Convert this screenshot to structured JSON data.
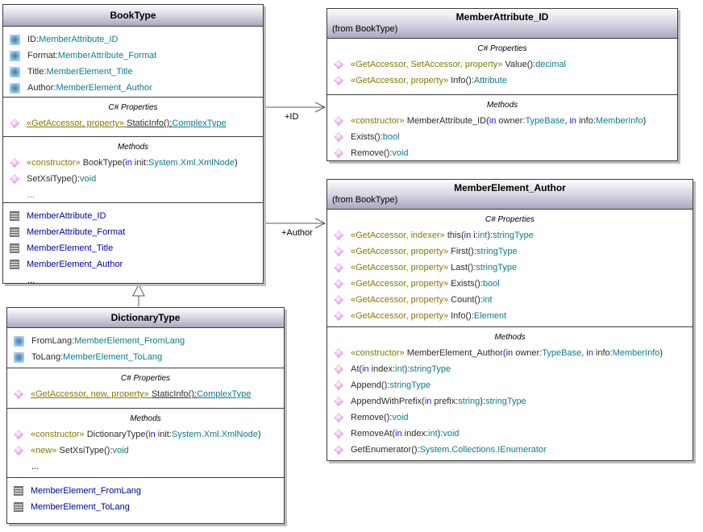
{
  "labels": {
    "properties": "C# Properties",
    "methods": "Methods"
  },
  "connectors": {
    "id_label": "+ID",
    "author_label": "+Author"
  },
  "colors": {
    "type_text": "#0b7c8a",
    "member_text": "#000099",
    "stereotype_text": "#7f7c00",
    "keyword_text": "#1414ff",
    "header_gradient_bottom": "#a9a7bf",
    "box_border": "#3c3c3c"
  },
  "classes": {
    "bookType": {
      "title": "BookType",
      "attributes": [
        {
          "icon": "attr",
          "seg": [
            [
              "p",
              "ID:"
            ],
            [
              "ty",
              "MemberAttribute_ID"
            ]
          ]
        },
        {
          "icon": "attr",
          "seg": [
            [
              "p",
              "Format:"
            ],
            [
              "ty",
              "MemberAttribute_Format"
            ]
          ]
        },
        {
          "icon": "attr",
          "seg": [
            [
              "p",
              "Title:"
            ],
            [
              "ty",
              "MemberElement_Title"
            ]
          ]
        },
        {
          "icon": "attr",
          "seg": [
            [
              "p",
              "Author:"
            ],
            [
              "ty",
              "MemberElement_Author"
            ]
          ]
        }
      ],
      "properties": [
        {
          "icon": "prop",
          "u": true,
          "seg": [
            [
              "st",
              "«GetAccessor, property» "
            ],
            [
              "p",
              "StaticInfo():"
            ],
            [
              "ty",
              "ComplexType"
            ]
          ]
        }
      ],
      "methods": [
        {
          "icon": "prop",
          "seg": [
            [
              "st",
              "«constructor» "
            ],
            [
              "p",
              "BookType("
            ],
            [
              "kw",
              "in"
            ],
            [
              "p",
              " init:"
            ],
            [
              "ty",
              "System.Xml.XmlNode"
            ],
            [
              "p",
              ")"
            ]
          ]
        },
        {
          "icon": "prop",
          "seg": [
            [
              "p",
              "SetXsiType():"
            ],
            [
              "ty",
              "void"
            ]
          ]
        },
        {
          "icon": "none",
          "seg": [
            [
              "gr",
              "..."
            ]
          ]
        }
      ],
      "members": [
        {
          "icon": "member",
          "seg": [
            [
              "nv",
              "MemberAttribute_ID"
            ]
          ]
        },
        {
          "icon": "member",
          "seg": [
            [
              "nv",
              "MemberAttribute_Format"
            ]
          ]
        },
        {
          "icon": "member",
          "seg": [
            [
              "nv",
              "MemberElement_Title"
            ]
          ]
        },
        {
          "icon": "member",
          "seg": [
            [
              "nv",
              "MemberElement_Author"
            ]
          ]
        },
        {
          "icon": "none",
          "seg": [
            [
              "nv",
              "..."
            ]
          ]
        }
      ]
    },
    "memberAttributeId": {
      "title": "MemberAttribute_ID",
      "from": "(from BookType)",
      "properties": [
        {
          "icon": "prop",
          "seg": [
            [
              "st",
              "«GetAccessor, SetAccessor, property» "
            ],
            [
              "p",
              "Value():"
            ],
            [
              "ty",
              "decimal"
            ]
          ]
        },
        {
          "icon": "prop",
          "seg": [
            [
              "st",
              "«GetAccessor, property» "
            ],
            [
              "p",
              "Info():"
            ],
            [
              "ty",
              "Attribute"
            ]
          ]
        }
      ],
      "methods": [
        {
          "icon": "prop",
          "seg": [
            [
              "st",
              "«constructor» "
            ],
            [
              "p",
              "MemberAttribute_ID("
            ],
            [
              "kw",
              "in"
            ],
            [
              "p",
              " owner:"
            ],
            [
              "ty",
              "TypeBase"
            ],
            [
              "p",
              ", "
            ],
            [
              "kw",
              "in"
            ],
            [
              "p",
              " info:"
            ],
            [
              "ty",
              "MemberInfo"
            ],
            [
              "p",
              ")"
            ]
          ]
        },
        {
          "icon": "prop",
          "seg": [
            [
              "p",
              "Exists():"
            ],
            [
              "ty",
              "bool"
            ]
          ]
        },
        {
          "icon": "prop",
          "seg": [
            [
              "p",
              "Remove():"
            ],
            [
              "ty",
              "void"
            ]
          ]
        }
      ]
    },
    "memberElementAuthor": {
      "title": "MemberElement_Author",
      "from": "(from BookType)",
      "properties": [
        {
          "icon": "prop",
          "seg": [
            [
              "st",
              "«GetAccessor, indexer» "
            ],
            [
              "p",
              "this("
            ],
            [
              "kw",
              "in"
            ],
            [
              "p",
              " i:"
            ],
            [
              "ty",
              "int"
            ],
            [
              "p",
              "):"
            ],
            [
              "ty",
              "stringType"
            ]
          ]
        },
        {
          "icon": "prop",
          "seg": [
            [
              "st",
              "«GetAccessor, property» "
            ],
            [
              "p",
              "First():"
            ],
            [
              "ty",
              "stringType"
            ]
          ]
        },
        {
          "icon": "prop",
          "seg": [
            [
              "st",
              "«GetAccessor, property» "
            ],
            [
              "p",
              "Last():"
            ],
            [
              "ty",
              "stringType"
            ]
          ]
        },
        {
          "icon": "prop",
          "seg": [
            [
              "st",
              "«GetAccessor, property» "
            ],
            [
              "p",
              "Exists():"
            ],
            [
              "ty",
              "bool"
            ]
          ]
        },
        {
          "icon": "prop",
          "seg": [
            [
              "st",
              "«GetAccessor, property» "
            ],
            [
              "p",
              "Count():"
            ],
            [
              "ty",
              "int"
            ]
          ]
        },
        {
          "icon": "prop",
          "seg": [
            [
              "st",
              "«GetAccessor, property» "
            ],
            [
              "p",
              "Info():"
            ],
            [
              "ty",
              "Element"
            ]
          ]
        }
      ],
      "methods": [
        {
          "icon": "prop",
          "seg": [
            [
              "st",
              "«constructor» "
            ],
            [
              "p",
              "MemberElement_Author("
            ],
            [
              "kw",
              "in"
            ],
            [
              "p",
              " owner:"
            ],
            [
              "ty",
              "TypeBase"
            ],
            [
              "p",
              ", "
            ],
            [
              "kw",
              "in"
            ],
            [
              "p",
              " info:"
            ],
            [
              "ty",
              "MemberInfo"
            ],
            [
              "p",
              ")"
            ]
          ]
        },
        {
          "icon": "prop",
          "seg": [
            [
              "p",
              "At("
            ],
            [
              "kw",
              "in"
            ],
            [
              "p",
              " index:"
            ],
            [
              "ty",
              "int"
            ],
            [
              "p",
              "):"
            ],
            [
              "ty",
              "stringType"
            ]
          ]
        },
        {
          "icon": "prop",
          "seg": [
            [
              "p",
              "Append():"
            ],
            [
              "ty",
              "stringType"
            ]
          ]
        },
        {
          "icon": "prop",
          "seg": [
            [
              "p",
              "AppendWithPrefix("
            ],
            [
              "kw",
              "in"
            ],
            [
              "p",
              " prefix:"
            ],
            [
              "ty",
              "string"
            ],
            [
              "p",
              "):"
            ],
            [
              "ty",
              "stringType"
            ]
          ]
        },
        {
          "icon": "prop",
          "seg": [
            [
              "p",
              "Remove():"
            ],
            [
              "ty",
              "void"
            ]
          ]
        },
        {
          "icon": "prop",
          "seg": [
            [
              "p",
              "RemoveAt("
            ],
            [
              "kw",
              "in"
            ],
            [
              "p",
              " index:"
            ],
            [
              "ty",
              "int"
            ],
            [
              "p",
              "):"
            ],
            [
              "ty",
              "void"
            ]
          ]
        },
        {
          "icon": "prop",
          "seg": [
            [
              "p",
              "GetEnumerator():"
            ],
            [
              "ty",
              "System.Collections.IEnumerator"
            ]
          ]
        }
      ]
    },
    "dictionaryType": {
      "title": "DictionaryType",
      "attributes": [
        {
          "icon": "attr",
          "seg": [
            [
              "p",
              "FromLang:"
            ],
            [
              "ty",
              "MemberElement_FromLang"
            ]
          ]
        },
        {
          "icon": "attr",
          "seg": [
            [
              "p",
              "ToLang:"
            ],
            [
              "ty",
              "MemberElement_ToLang"
            ]
          ]
        }
      ],
      "properties": [
        {
          "icon": "prop",
          "u": true,
          "seg": [
            [
              "st",
              "«GetAccessor, new, property» "
            ],
            [
              "p",
              "StaticInfo():"
            ],
            [
              "ty",
              "ComplexType"
            ]
          ]
        }
      ],
      "methods": [
        {
          "icon": "prop",
          "seg": [
            [
              "st",
              "«constructor» "
            ],
            [
              "p",
              "DictionaryType("
            ],
            [
              "kw",
              "in"
            ],
            [
              "p",
              " init:"
            ],
            [
              "ty",
              "System.Xml.XmlNode"
            ],
            [
              "p",
              ")"
            ]
          ]
        },
        {
          "icon": "prop",
          "seg": [
            [
              "st",
              "«new» "
            ],
            [
              "p",
              "SetXsiType():"
            ],
            [
              "ty",
              "void"
            ]
          ]
        },
        {
          "icon": "none",
          "seg": [
            [
              "nv",
              "..."
            ]
          ]
        }
      ],
      "members": [
        {
          "icon": "member",
          "seg": [
            [
              "nv",
              "MemberElement_FromLang"
            ]
          ]
        },
        {
          "icon": "member",
          "seg": [
            [
              "nv",
              "MemberElement_ToLang"
            ]
          ]
        },
        {
          "icon": "none",
          "seg": [
            [
              "nv",
              "..."
            ]
          ]
        }
      ]
    }
  }
}
